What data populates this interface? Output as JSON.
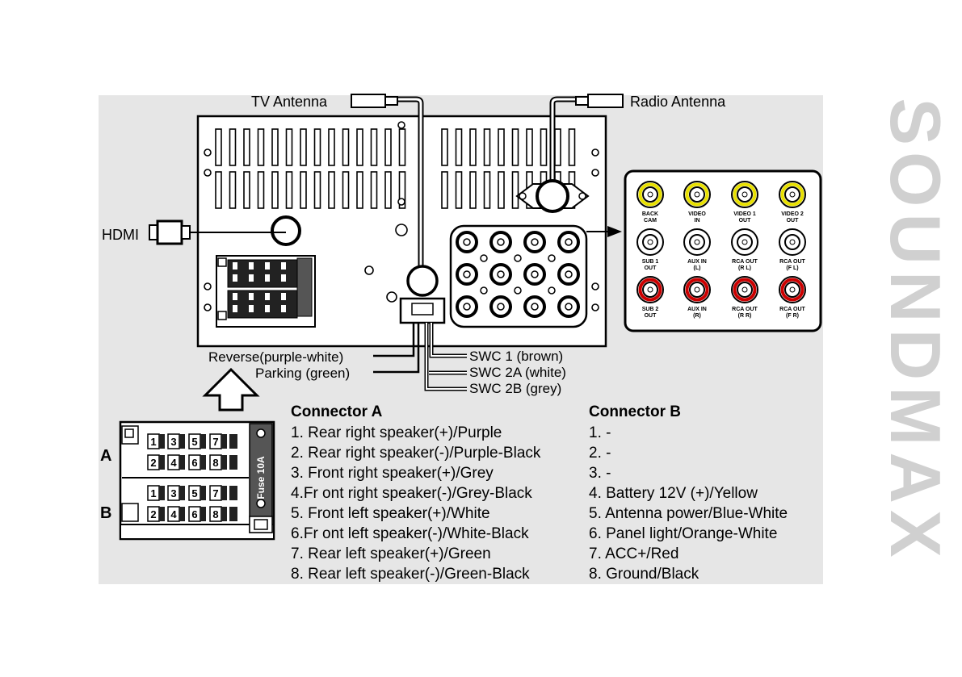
{
  "labels": {
    "tv_antenna": "TV Antenna",
    "radio_antenna": "Radio Antenna",
    "hdmi": "HDMI",
    "reverse": "Reverse(purple-white)",
    "parking": "Parking (green)",
    "swc1": "SWC 1 (brown)",
    "swc2a": "SWC 2A (white)",
    "swc2b": "SWC 2B (grey)",
    "row_a": "A",
    "row_b": "B",
    "fuse": "Fuse 10A"
  },
  "brand": "SOUNDMAX",
  "rca_jacks": [
    {
      "line1": "BACK",
      "line2": "CAM",
      "color": "#e8e000"
    },
    {
      "line1": "VIDEO",
      "line2": "IN",
      "color": "#e8e000"
    },
    {
      "line1": "VIDEO 1",
      "line2": "OUT",
      "color": "#e8e000"
    },
    {
      "line1": "VIDEO 2",
      "line2": "OUT",
      "color": "#e8e000"
    },
    {
      "line1": "SUB 1",
      "line2": "OUT",
      "color": "#ffffff"
    },
    {
      "line1": "AUX IN",
      "line2": "(L)",
      "color": "#ffffff"
    },
    {
      "line1": "RCA OUT",
      "line2": "(R L)",
      "color": "#ffffff"
    },
    {
      "line1": "RCA OUT",
      "line2": "(F L)",
      "color": "#ffffff"
    },
    {
      "line1": "SUB 2",
      "line2": "OUT",
      "color": "#cc0000"
    },
    {
      "line1": "AUX IN",
      "line2": "(R)",
      "color": "#cc0000"
    },
    {
      "line1": "RCA OUT",
      "line2": "(R R)",
      "color": "#cc0000"
    },
    {
      "line1": "RCA OUT",
      "line2": "(F R)",
      "color": "#cc0000"
    }
  ],
  "connector_pins": {
    "a_top": [
      "1",
      "3",
      "5",
      "7"
    ],
    "a_bottom": [
      "2",
      "4",
      "6",
      "8"
    ],
    "b_top": [
      "1",
      "3",
      "5",
      "7"
    ],
    "b_bottom": [
      "2",
      "4",
      "6",
      "8"
    ]
  },
  "connector_a": {
    "title": "Connector A",
    "items": [
      "1. Rear right speaker(+)/Purple",
      "2. Rear right speaker(-)/Purple-Black",
      "3. Front right speaker(+)/Grey",
      "4.Fr ont right speaker(-)/Grey-Black",
      "5. Front left speaker(+)/White",
      "6.Fr ont left speaker(-)/White-Black",
      "7. Rear left speaker(+)/Green",
      "8. Rear left speaker(-)/Green-Black"
    ]
  },
  "connector_b": {
    "title": "Connector B",
    "items": [
      "1. -",
      "2. -",
      "3. -",
      "4. Battery 12V (+)/Yellow",
      "5. Antenna power/Blue-White",
      "6. Panel light/Orange-White",
      "7. ACC+/Red",
      "8. Ground/Black"
    ]
  }
}
